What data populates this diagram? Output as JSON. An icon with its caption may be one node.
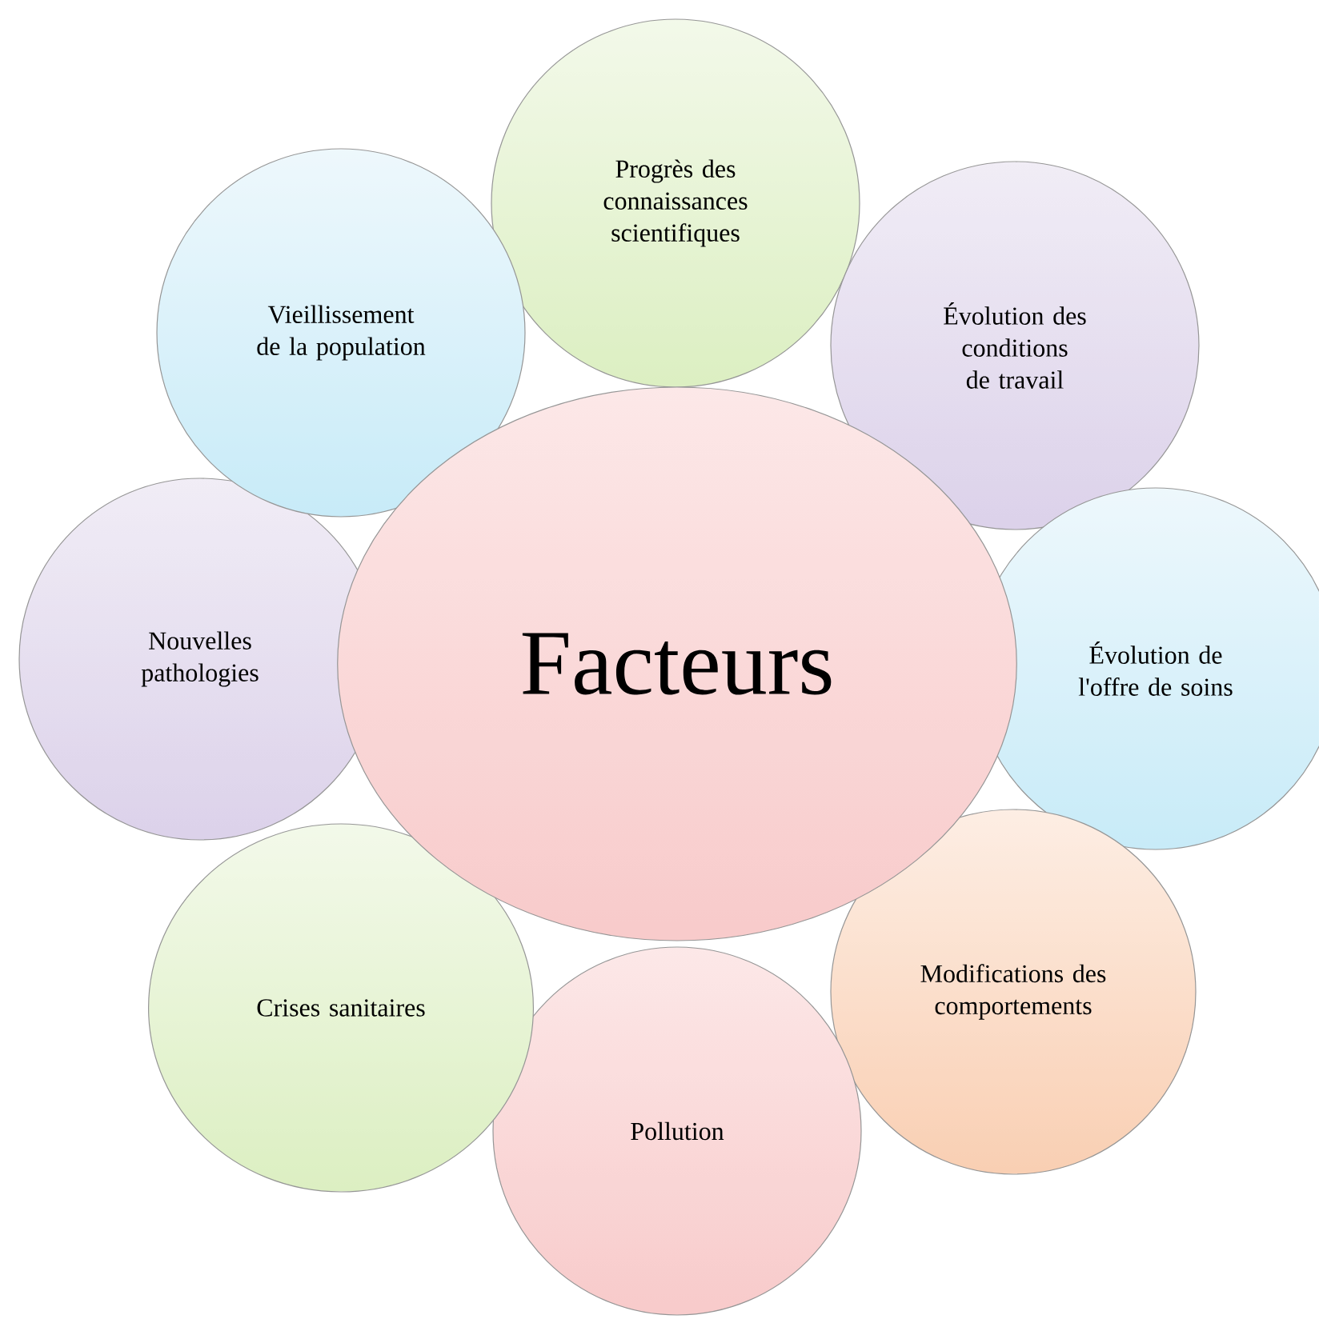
{
  "diagram": {
    "nodes": [
      {
        "text": [
          "Facteurs"
        ]
      },
      {
        "text": [
          "Progrès des connaissances scientifiques"
        ]
      },
      {
        "text": [
          "Évolution des conditions de travail"
        ]
      },
      {
        "text": [
          "Évolution de l'offre de soins"
        ]
      },
      {
        "text": [
          "Modifications des comportements"
        ]
      },
      {
        "text": [
          "Pollution"
        ]
      },
      {
        "text": [
          "Crises sanitaires"
        ]
      },
      {
        "text": [
          "Nouvelles pathologies"
        ]
      },
      {
        "text": [
          "Vieillissement de la population"
        ]
      }
    ]
  }
}
